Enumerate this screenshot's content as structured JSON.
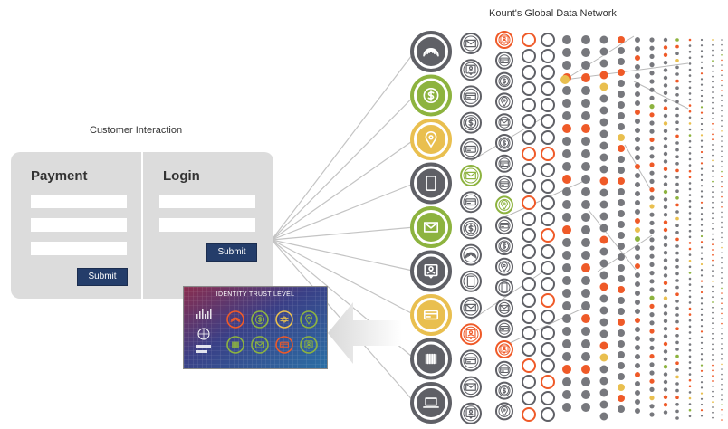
{
  "network": {
    "title": "Kount's Global Data Network"
  },
  "customer": {
    "title": "Customer Interaction",
    "payment": {
      "heading": "Payment",
      "submit_label": "Submit"
    },
    "login": {
      "heading": "Login",
      "submit_label": "Submit"
    }
  },
  "trust_card": {
    "label": "IDENTITY TRUST LEVEL"
  },
  "colors": {
    "green": "#8db33f",
    "yellow": "#e9bf4f",
    "orange": "#ef5a28",
    "dark_gray": "#5f6066",
    "mid_gray": "#77787d",
    "button_navy": "#243d6a",
    "panel_gray": "#dcdcdc",
    "card_blue": "#2a2f6b"
  },
  "icons": {
    "column1": [
      "fingerprint-icon",
      "dollar-icon",
      "location-pin-icon",
      "tablet-icon",
      "envelope-icon",
      "user-profile-icon",
      "credit-card-icon",
      "barcode-icon",
      "laptop-icon"
    ],
    "column1_colors": [
      "gray",
      "green",
      "yellow",
      "gray",
      "green",
      "gray",
      "yellow",
      "gray",
      "gray"
    ],
    "column2": [
      "envelope-icon",
      "user-profile-icon",
      "credit-card-icon",
      "dollar-icon",
      "credit-card-icon",
      "envelope-icon",
      "credit-card-icon",
      "dollar-icon",
      "fingerprint-icon",
      "tablet-icon",
      "envelope-icon",
      "user-profile-icon",
      "credit-card-icon",
      "envelope-icon",
      "user-profile-icon"
    ],
    "column2_colors": [
      "gray",
      "gray",
      "gray",
      "gray",
      "gray",
      "green",
      "gray",
      "gray",
      "gray",
      "gray",
      "gray",
      "orange",
      "gray",
      "gray",
      "gray"
    ],
    "column3": [
      "user-profile-icon",
      "credit-card-icon",
      "dollar-icon",
      "location-pin-icon",
      "envelope-icon",
      "dollar-icon",
      "credit-card-icon",
      "credit-card-icon",
      "location-pin-icon",
      "credit-card-icon",
      "dollar-icon",
      "location-pin-icon",
      "tablet-icon",
      "envelope-icon",
      "credit-card-icon",
      "user-profile-icon",
      "credit-card-icon",
      "dollar-icon",
      "location-pin-icon"
    ],
    "column3_colors": [
      "orange",
      "gray",
      "gray",
      "gray",
      "gray",
      "gray",
      "gray",
      "gray",
      "green",
      "gray",
      "gray",
      "gray",
      "gray",
      "gray",
      "gray",
      "orange",
      "gray",
      "gray",
      "gray"
    ],
    "card_icons": [
      "fingerprint-icon",
      "dollar-icon",
      "bug-icon",
      "location-pin-icon",
      "barcode-icon",
      "envelope-icon",
      "credit-card-icon",
      "user-profile-icon"
    ],
    "card_icon_colors": [
      "orange",
      "green",
      "yellow",
      "green",
      "green",
      "green",
      "orange",
      "green"
    ]
  }
}
